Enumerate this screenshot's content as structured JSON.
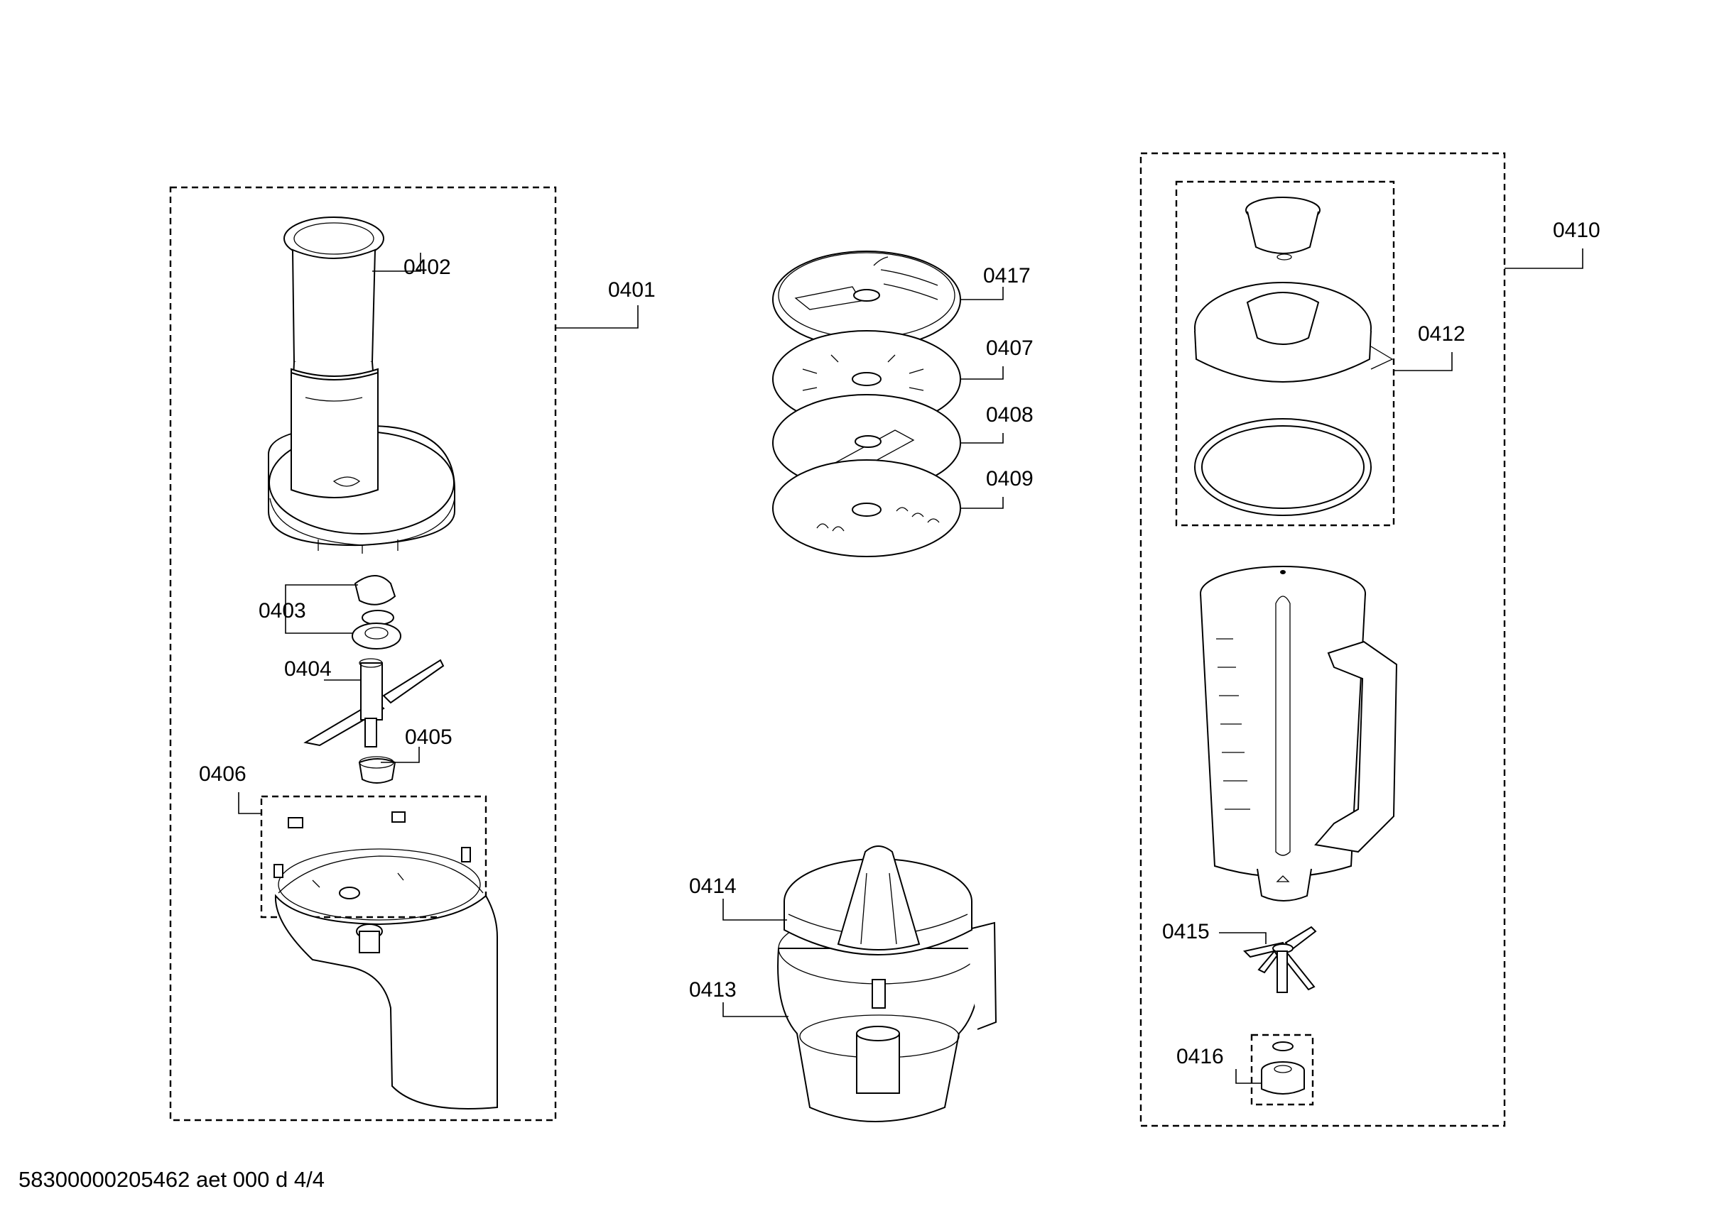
{
  "footer": {
    "doc_code": "58300000205462 aet 000 d 4/4"
  },
  "callouts": {
    "c0401": "0401",
    "c0402": "0402",
    "c0403": "0403",
    "c0404": "0404",
    "c0405": "0405",
    "c0406": "0406",
    "c0407": "0407",
    "c0408": "0408",
    "c0409": "0409",
    "c0410": "0410",
    "c0412": "0412",
    "c0413": "0413",
    "c0414": "0414",
    "c0415": "0415",
    "c0416": "0416",
    "c0417": "0417"
  },
  "colors": {
    "ink": "#000000",
    "paper": "#ffffff"
  }
}
